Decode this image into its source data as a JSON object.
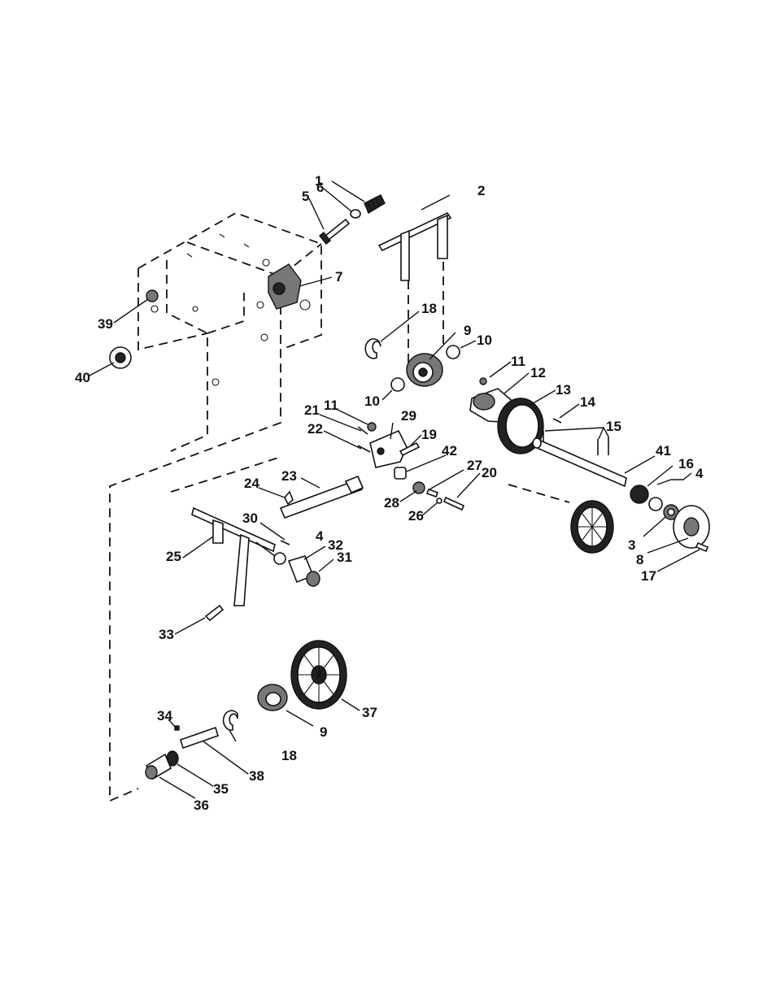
{
  "diagram": {
    "callouts": [
      {
        "id": "c1",
        "label": "1"
      },
      {
        "id": "c2",
        "label": "2"
      },
      {
        "id": "c3",
        "label": "3"
      },
      {
        "id": "c4a",
        "label": "4"
      },
      {
        "id": "c4b",
        "label": "4"
      },
      {
        "id": "c5",
        "label": "5"
      },
      {
        "id": "c6",
        "label": "6"
      },
      {
        "id": "c7",
        "label": "7"
      },
      {
        "id": "c8",
        "label": "8"
      },
      {
        "id": "c9a",
        "label": "9"
      },
      {
        "id": "c9b",
        "label": "9"
      },
      {
        "id": "c10a",
        "label": "10"
      },
      {
        "id": "c10b",
        "label": "10"
      },
      {
        "id": "c11a",
        "label": "11"
      },
      {
        "id": "c11b",
        "label": "11"
      },
      {
        "id": "c12",
        "label": "12"
      },
      {
        "id": "c13",
        "label": "13"
      },
      {
        "id": "c14",
        "label": "14"
      },
      {
        "id": "c15",
        "label": "15"
      },
      {
        "id": "c16",
        "label": "16"
      },
      {
        "id": "c17",
        "label": "17"
      },
      {
        "id": "c18a",
        "label": "18"
      },
      {
        "id": "c18b",
        "label": "18"
      },
      {
        "id": "c19",
        "label": "19"
      },
      {
        "id": "c20",
        "label": "20"
      },
      {
        "id": "c21",
        "label": "21"
      },
      {
        "id": "c22",
        "label": "22"
      },
      {
        "id": "c23",
        "label": "23"
      },
      {
        "id": "c24",
        "label": "24"
      },
      {
        "id": "c25",
        "label": "25"
      },
      {
        "id": "c26",
        "label": "26"
      },
      {
        "id": "c27",
        "label": "27"
      },
      {
        "id": "c28",
        "label": "28"
      },
      {
        "id": "c29",
        "label": "29"
      },
      {
        "id": "c30",
        "label": "30"
      },
      {
        "id": "c31",
        "label": "31"
      },
      {
        "id": "c32",
        "label": "32"
      },
      {
        "id": "c33",
        "label": "33"
      },
      {
        "id": "c34",
        "label": "34"
      },
      {
        "id": "c35",
        "label": "35"
      },
      {
        "id": "c36",
        "label": "36"
      },
      {
        "id": "c37",
        "label": "37"
      },
      {
        "id": "c38",
        "label": "38"
      },
      {
        "id": "c39",
        "label": "39"
      },
      {
        "id": "c40",
        "label": "40"
      },
      {
        "id": "c41",
        "label": "41"
      },
      {
        "id": "c42",
        "label": "42"
      }
    ]
  }
}
